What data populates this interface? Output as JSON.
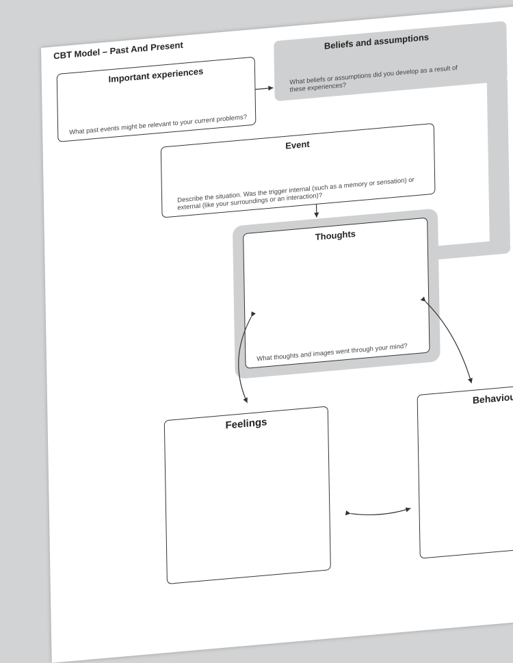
{
  "page": {
    "title": "CBT Model – Past And Present"
  },
  "boxes": {
    "important_experiences": {
      "heading": "Important experiences",
      "prompt": "What past events might be relevant to your current problems?"
    },
    "beliefs": {
      "heading": "Beliefs and assumptions",
      "prompt": "What beliefs or assumptions did you develop as a result of these experiences?"
    },
    "event": {
      "heading": "Event",
      "prompt": "Describe the situation. Was the trigger internal (such as a memory or sensation) or external (like your surroundings or an interaction)?"
    },
    "thoughts": {
      "heading": "Thoughts",
      "prompt": "What thoughts and images went through your mind?"
    },
    "feelings": {
      "heading": "Feelings"
    },
    "behaviour": {
      "heading": "Behaviou"
    }
  },
  "colors": {
    "background": "#d2d3d4",
    "paper": "#ffffff",
    "highlight_grey": "#cfd0d1",
    "border": "#333333"
  }
}
